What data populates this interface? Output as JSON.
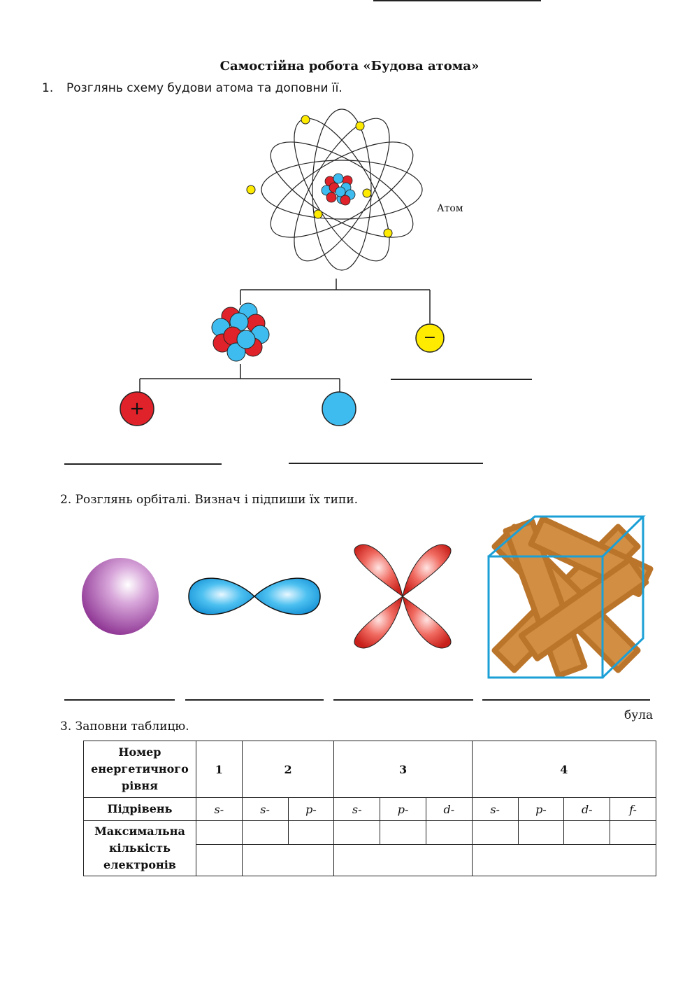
{
  "title": "Самостійна робота «Будова атома»",
  "task1": {
    "number": "1.",
    "text": "Розглянь схему будови атома та доповни  її.",
    "atom_label": "Атом",
    "proton_sign": "+",
    "electron_sign": "−"
  },
  "task2": {
    "text": "2. Розглянь орбіталі. Визнач і підпиши їх  типи.",
    "bula": "була",
    "colors": {
      "s": "#9b3fa0",
      "p": "#2aa9e6",
      "d": "#e23a33",
      "f": "#c97a22",
      "cube": "#1a9fd6"
    }
  },
  "task3": {
    "text": "3. Заповни таблицю.",
    "table": {
      "row1_header": [
        "Номер",
        "енергетичного",
        "рівня"
      ],
      "levels": [
        "1",
        "2",
        "3",
        "4"
      ],
      "row2_header": "Підрівень",
      "sublevels": [
        "s-",
        "s-",
        "p-",
        "s-",
        "p-",
        "d-",
        "s-",
        "p-",
        "d-",
        "f-"
      ],
      "row3_header": [
        "Максимальна",
        "кількість",
        "електронів"
      ]
    }
  },
  "colors": {
    "proton": "#e0222a",
    "neutron": "#3fbcef",
    "electron": "#ffeb00"
  }
}
